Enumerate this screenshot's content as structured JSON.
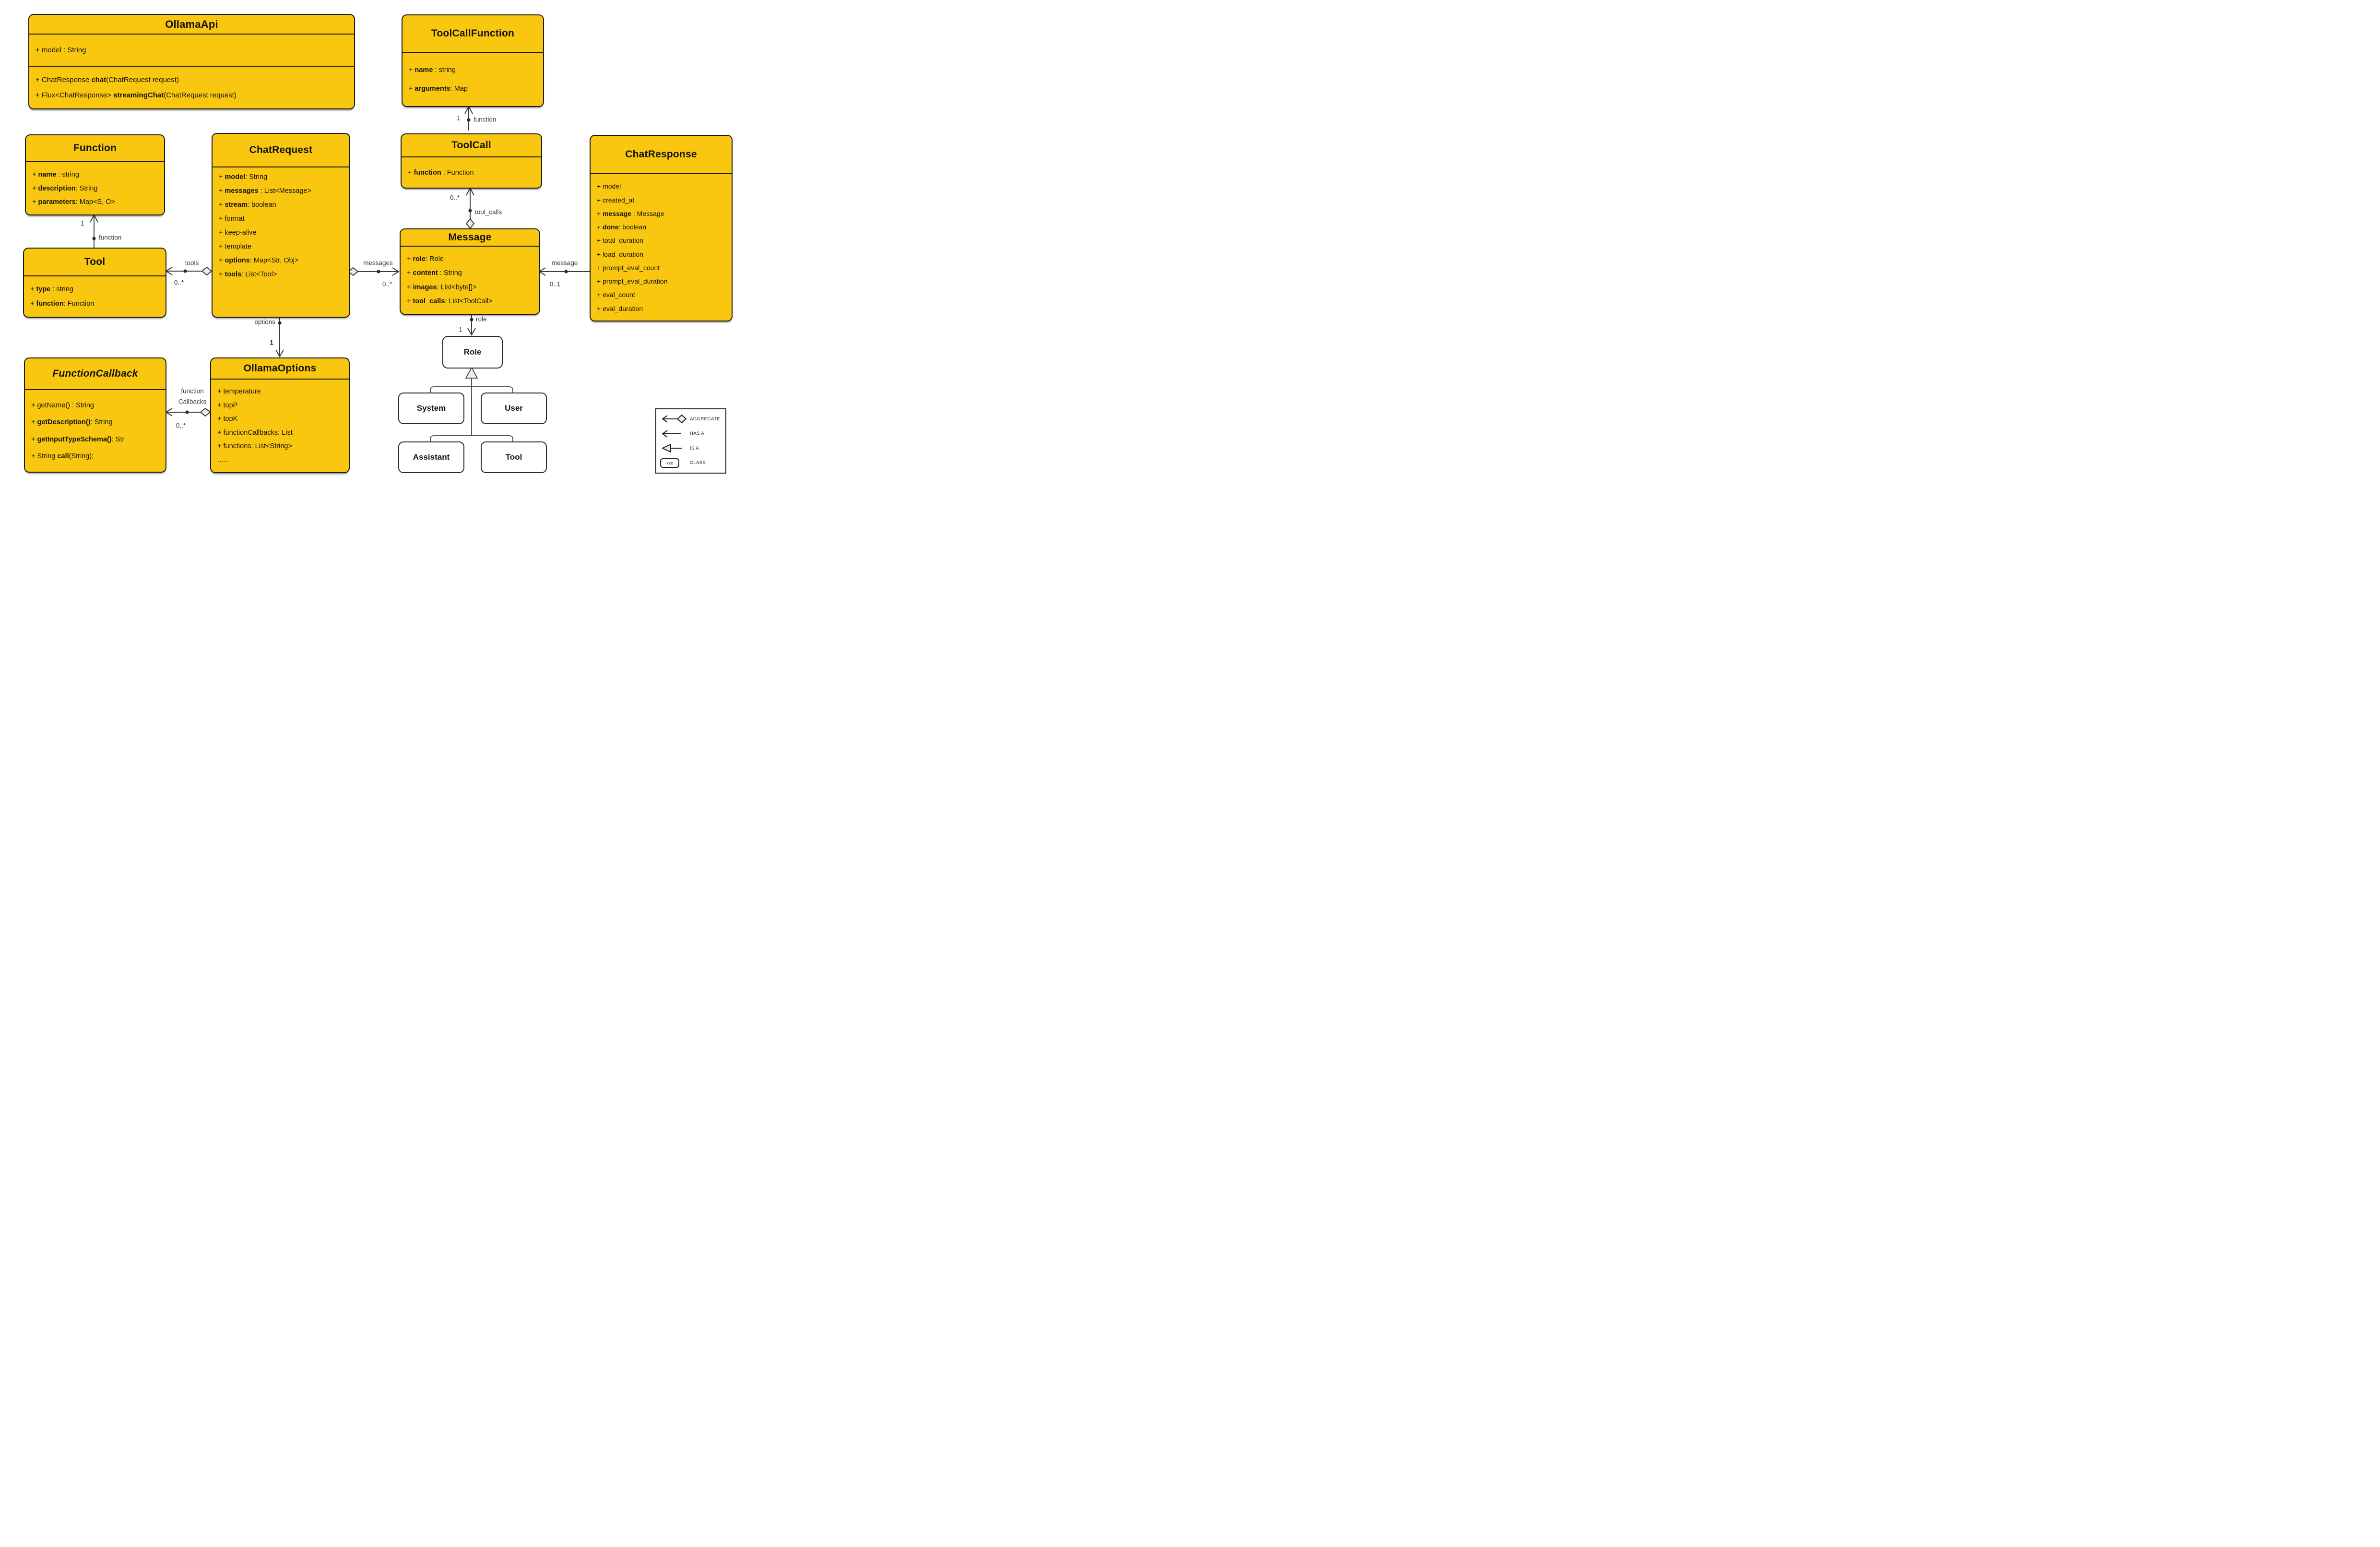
{
  "colors": {
    "class_fill": "#f9c70f",
    "class_border": "#1d1b16",
    "connector": "#3c3c3c",
    "diamond_fill": "#ededed",
    "white_box_fill": "#ffffff"
  },
  "classes": {
    "ollamaApi": {
      "title": "OllamaApi",
      "attrs": [
        [
          {
            "t": "+ model : String"
          }
        ]
      ],
      "methods": [
        [
          {
            "t": "+ ChatResponse "
          },
          {
            "t": "chat",
            "b": true
          },
          {
            "t": "(ChatRequest request)"
          }
        ],
        [
          {
            "t": "+ Flux<ChatResponse> "
          },
          {
            "t": "streamingChat",
            "b": true
          },
          {
            "t": "(ChatRequest request)"
          }
        ]
      ]
    },
    "toolCallFunction": {
      "title": "ToolCallFunction",
      "attrs": [
        [
          {
            "t": "+ "
          },
          {
            "t": "name",
            "b": true
          },
          {
            "t": " : string"
          }
        ],
        [
          {
            "t": "+ "
          },
          {
            "t": "arguments",
            "b": true
          },
          {
            "t": ": Map"
          }
        ]
      ]
    },
    "function": {
      "title": "Function",
      "attrs": [
        [
          {
            "t": "+ "
          },
          {
            "t": "name",
            "b": true
          },
          {
            "t": " : string"
          }
        ],
        [
          {
            "t": "+ "
          },
          {
            "t": "description",
            "b": true
          },
          {
            "t": ": String"
          }
        ],
        [
          {
            "t": "+ "
          },
          {
            "t": "parameters",
            "b": true
          },
          {
            "t": ": Map<S, O>"
          }
        ]
      ]
    },
    "chatRequest": {
      "title": "ChatRequest",
      "attrs": [
        [
          {
            "t": "+ "
          },
          {
            "t": "model",
            "b": true
          },
          {
            "t": ": String"
          }
        ],
        [
          {
            "t": "+ "
          },
          {
            "t": "messages",
            "b": true
          },
          {
            "t": " : List<Message>"
          }
        ],
        [
          {
            "t": "+ "
          },
          {
            "t": "stream",
            "b": true
          },
          {
            "t": ": boolean"
          }
        ],
        [
          {
            "t": "+ format"
          }
        ],
        [
          {
            "t": "+ keep-alive"
          }
        ],
        [
          {
            "t": "+ template"
          }
        ],
        [
          {
            "t": "+ "
          },
          {
            "t": "options",
            "b": true
          },
          {
            "t": ": Map<Str, Obj>"
          }
        ],
        [
          {
            "t": "+ "
          },
          {
            "t": "tools",
            "b": true
          },
          {
            "t": ": List<Tool>"
          }
        ]
      ]
    },
    "toolCall": {
      "title": "ToolCall",
      "attrs": [
        [
          {
            "t": "+ "
          },
          {
            "t": "function",
            "b": true
          },
          {
            "t": " : Function"
          }
        ]
      ]
    },
    "chatResponse": {
      "title": "ChatResponse",
      "attrs": [
        [
          {
            "t": "+ model"
          }
        ],
        [
          {
            "t": "+ created_at"
          }
        ],
        [
          {
            "t": "+ "
          },
          {
            "t": "message",
            "b": true
          },
          {
            "t": " : Message"
          }
        ],
        [
          {
            "t": "+ "
          },
          {
            "t": "done",
            "b": true
          },
          {
            "t": ": boolean"
          }
        ],
        [
          {
            "t": "+ total_duration"
          }
        ],
        [
          {
            "t": "+ load_duration"
          }
        ],
        [
          {
            "t": "+ prompt_eval_count"
          }
        ],
        [
          {
            "t": "+ prompt_eval_duration"
          }
        ],
        [
          {
            "t": "+ eval_count"
          }
        ],
        [
          {
            "t": "+ eval_duration"
          }
        ]
      ]
    },
    "tool": {
      "title": "Tool",
      "attrs": [
        [
          {
            "t": "+ "
          },
          {
            "t": "type",
            "b": true
          },
          {
            "t": " : string"
          }
        ],
        [
          {
            "t": "+ "
          },
          {
            "t": "function",
            "b": true
          },
          {
            "t": ": Function"
          }
        ]
      ]
    },
    "message": {
      "title": "Message",
      "attrs": [
        [
          {
            "t": "+ "
          },
          {
            "t": "role",
            "b": true
          },
          {
            "t": ": Role"
          }
        ],
        [
          {
            "t": "+ "
          },
          {
            "t": "content",
            "b": true
          },
          {
            "t": " : String"
          }
        ],
        [
          {
            "t": "+ "
          },
          {
            "t": "images",
            "b": true
          },
          {
            "t": ": List<byte[]>"
          }
        ],
        [
          {
            "t": "+ "
          },
          {
            "t": "tool_calls",
            "b": true
          },
          {
            "t": ": List<ToolCall>"
          }
        ]
      ]
    },
    "functionCallback": {
      "title": "FunctionCallback",
      "methods": [
        [
          {
            "t": "+ getName() : String"
          }
        ],
        [
          {
            "t": "+ "
          },
          {
            "t": "getDescription()",
            "b": true
          },
          {
            "t": ": String"
          }
        ],
        [
          {
            "t": "+ "
          },
          {
            "t": "getInputTypeSchema()",
            "b": true
          },
          {
            "t": ": Str"
          }
        ],
        [
          {
            "t": "+ String "
          },
          {
            "t": "call",
            "b": true
          },
          {
            "t": "(String);"
          }
        ]
      ]
    },
    "ollamaOptions": {
      "title": "OllamaOptions",
      "attrs": [
        [
          {
            "t": "+ temperature"
          }
        ],
        [
          {
            "t": "+ topP"
          }
        ],
        [
          {
            "t": "+ topK"
          }
        ],
        [
          {
            "t": "+ functionCallbacks: List"
          }
        ],
        [
          {
            "t": "+ functions: List<String>"
          }
        ],
        [
          {
            "t": "......"
          }
        ]
      ]
    },
    "role": {
      "title": "Role"
    },
    "system": {
      "title": "System"
    },
    "user": {
      "title": "User"
    },
    "assistant": {
      "title": "Assistant"
    },
    "roleTool": {
      "title": "Tool"
    }
  },
  "relations": {
    "toolcall_function": {
      "mult": "1",
      "label": "function"
    },
    "tool_function": {
      "mult": "1",
      "label": "function"
    },
    "tools": {
      "label": "tools",
      "mult": "0..*"
    },
    "messages": {
      "label": "messages",
      "mult": "0..*"
    },
    "message": {
      "label": "message",
      "mult": "0..1"
    },
    "tool_calls": {
      "label": "tool_calls",
      "mult": "0..*"
    },
    "role": {
      "label": "role",
      "mult": "1"
    },
    "options": {
      "label": "options",
      "mult": "1"
    },
    "function_callbacks": {
      "label_line1": "function",
      "label_line2": "Callbacks",
      "mult": "0..*"
    }
  },
  "legend": {
    "items": [
      {
        "name": "aggregate",
        "label": "AGGREGATE"
      },
      {
        "name": "has-a",
        "label": "HAS A"
      },
      {
        "name": "is-a",
        "label": "IS A"
      },
      {
        "name": "class",
        "label": "CLASS"
      }
    ],
    "class_sample": "xxx"
  }
}
